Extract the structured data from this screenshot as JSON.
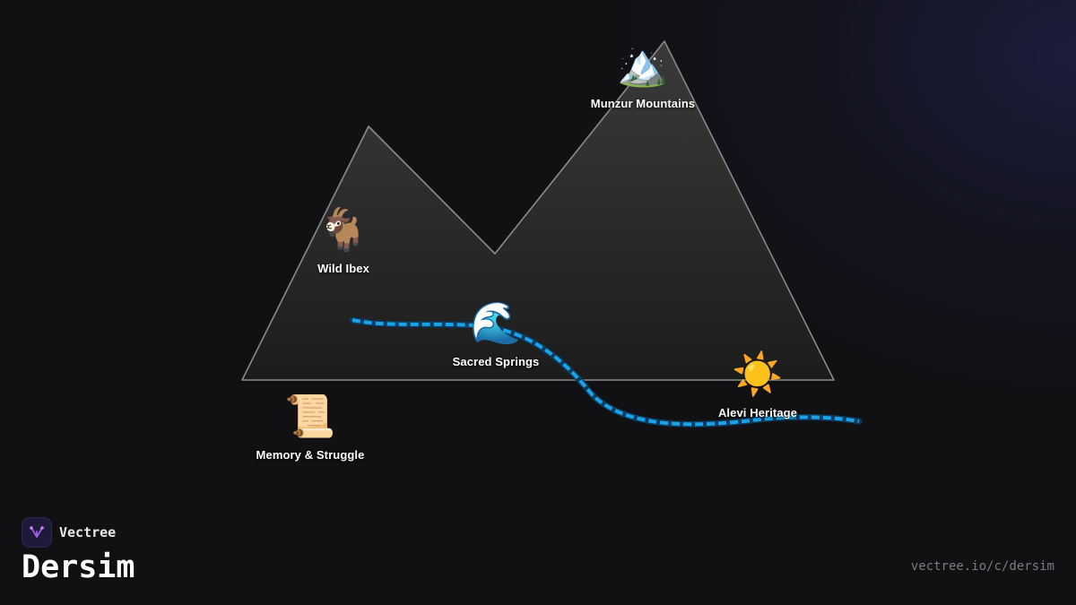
{
  "brand": {
    "name": "Vectree"
  },
  "title": "Dersim",
  "url": "vectree.io/c/dersim",
  "colors": {
    "background": "#111114",
    "mountain_fill_top": "#3a3a3a",
    "mountain_fill_bottom": "#1c1c1c",
    "mountain_stroke": "#8a8a8a",
    "river_dark": "#0b3a5c",
    "river_bright": "#1aa3e8",
    "logo_accent": "#a45ae6"
  },
  "features": [
    {
      "id": "munzur-mountains",
      "label": "Munzur Mountains",
      "icon": "snow-capped-mountain-icon",
      "emoji": "🏔️"
    },
    {
      "id": "wild-ibex",
      "label": "Wild Ibex",
      "icon": "goat-icon",
      "emoji": "🐐"
    },
    {
      "id": "sacred-springs",
      "label": "Sacred Springs",
      "icon": "water-wave-icon",
      "emoji": "🌊"
    },
    {
      "id": "alevi-heritage",
      "label": "Alevi Heritage",
      "icon": "sun-icon",
      "emoji": "☀️"
    },
    {
      "id": "memory-struggle",
      "label": "Memory & Struggle",
      "icon": "scroll-icon",
      "emoji": "📜"
    }
  ]
}
